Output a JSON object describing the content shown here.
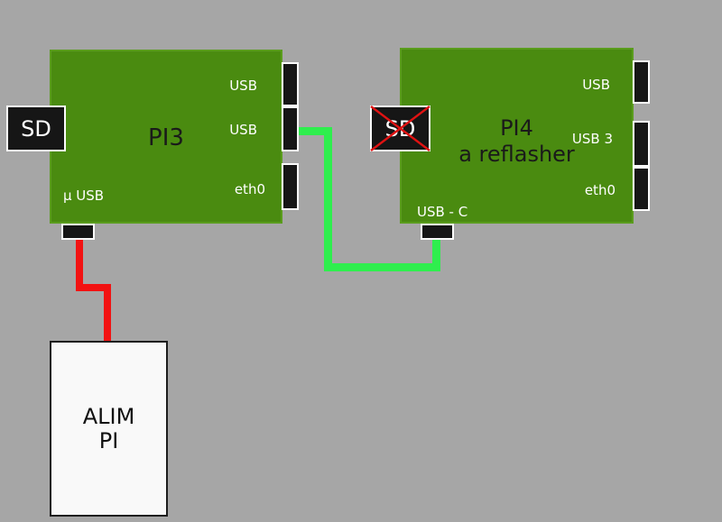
{
  "canvas": {
    "background_color": "#a6a6a6"
  },
  "pi3": {
    "title": "PI3",
    "board_color": "#4a8b10",
    "sd_label": "SD",
    "ports": {
      "usb1_label": "USB",
      "usb2_label": "USB",
      "eth0_label": "eth0",
      "micro_usb_label": "µ USB"
    }
  },
  "pi4": {
    "title": "PI4",
    "subtitle": "a reflasher",
    "board_color": "#4a8b10",
    "sd_label": "SD",
    "sd_crossed_out": true,
    "ports": {
      "usb_label": "USB",
      "usb3_label": "USB 3",
      "eth0_label": "eth0",
      "usb_c_label": "USB - C"
    }
  },
  "power_supply": {
    "label_line1": "ALIM",
    "label_line2": "PI"
  },
  "cables": {
    "usb_data_cable_color": "#2fee4e",
    "power_cable_color": "#f21212"
  }
}
